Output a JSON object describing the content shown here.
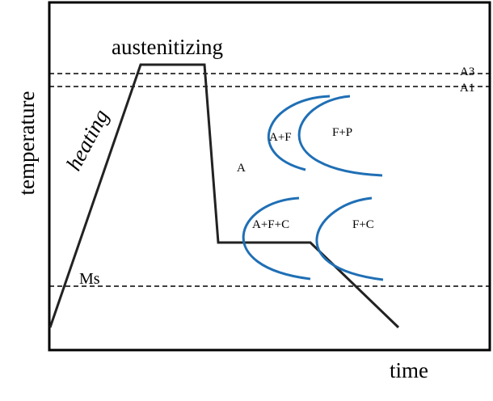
{
  "diagram": {
    "ylabel": "temperature",
    "xlabel": "time",
    "annotations": {
      "austenitizing": "austenitizing",
      "heating": "heating",
      "a3": "A3",
      "a1": "A1",
      "ms": "Ms",
      "austenite": "A",
      "a_f": "A+F",
      "f_p": "F+P",
      "a_f_c": "A+F+C",
      "f_c": "F+C"
    },
    "colors": {
      "frame": "#000000",
      "path": "#222222",
      "curves": "#1f6fb5",
      "dashed": "#000000"
    }
  }
}
